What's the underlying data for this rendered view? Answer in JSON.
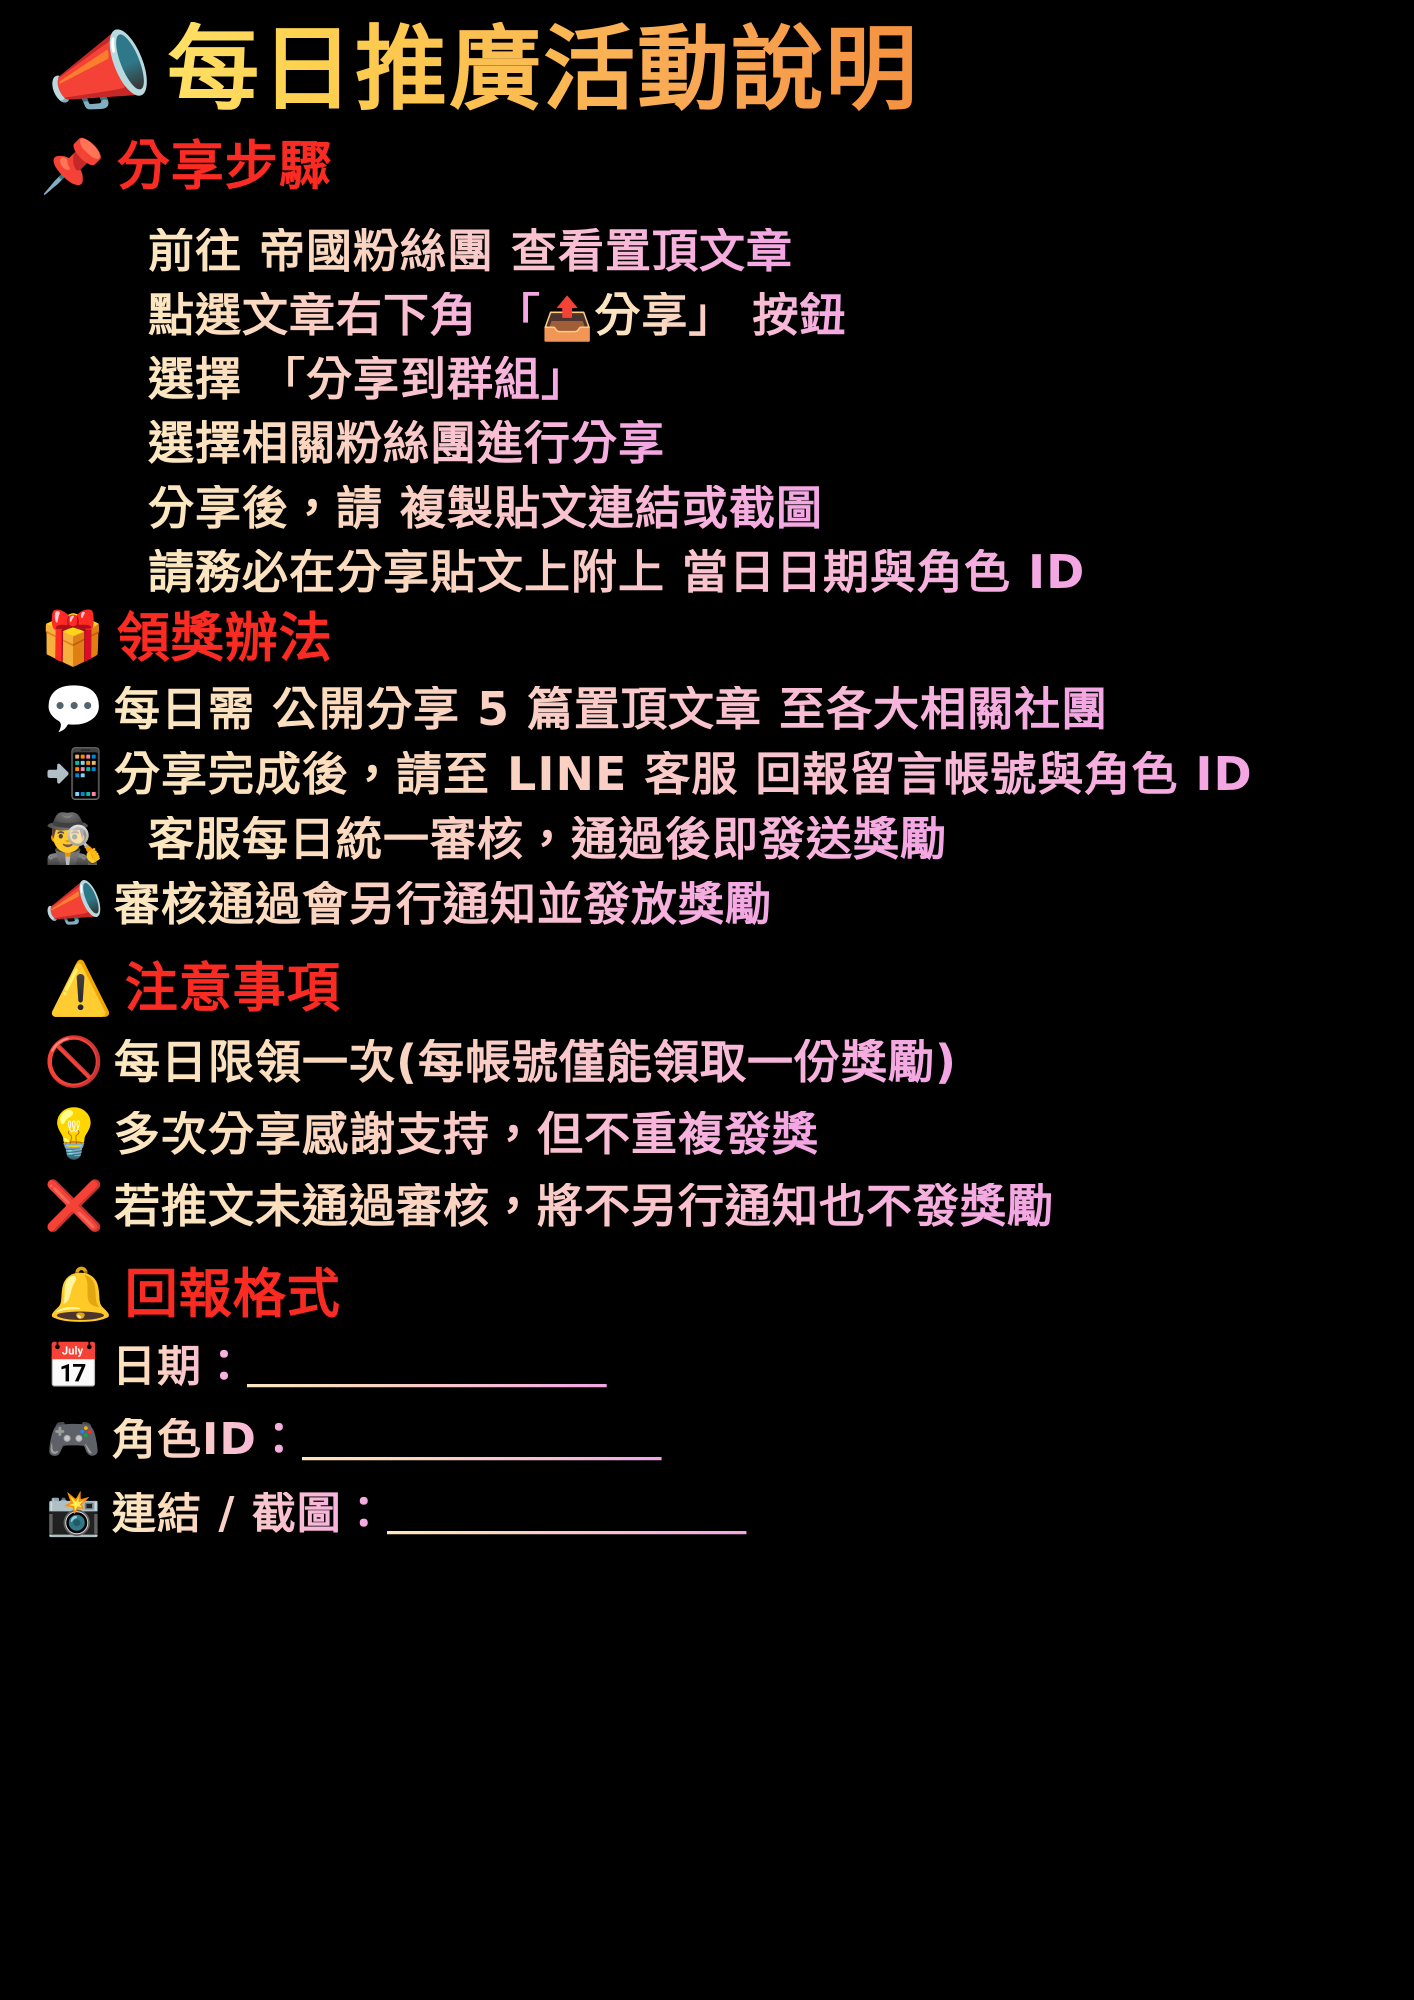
{
  "page": {
    "background_color": "#000000",
    "accent_red": "#FA2B23",
    "title_gradient": [
      "#FFE066",
      "#F4913F"
    ],
    "body_gradient": [
      "#FBE8C0",
      "#F3A5E4"
    ]
  },
  "header": {
    "icon": "megaphone-icon",
    "icon_glyph": "📣",
    "title": "每日推廣活動說明"
  },
  "sections": [
    {
      "id": "share-steps",
      "icon": "pushpin-icon",
      "icon_glyph": "📌",
      "heading": "分享步驟",
      "steps": [
        {
          "text": "前往 帝國粉絲團 查看置頂文章"
        },
        {
          "prefix": "點選文章右下角 「",
          "emoji": "📤",
          "suffix": " 分享」 按鈕"
        },
        {
          "text": "選擇 「分享到群組」"
        },
        {
          "text": "選擇相關粉絲團進行分享"
        },
        {
          "text": "分享後，請 複製貼文連結或截圖"
        },
        {
          "text": "請務必在分享貼文上附上 當日日期與角色 ID"
        }
      ]
    },
    {
      "id": "claim-method",
      "icon": "gift-icon",
      "icon_glyph": "🎁",
      "heading": "領獎辦法",
      "items": [
        {
          "icon": "speech-balloon-icon",
          "icon_glyph": "💬",
          "text": "每日需 公開分享 5 篇置頂文章 至各大相關社團"
        },
        {
          "icon": "mobile-phone-with-arrow-icon",
          "icon_glyph": "📲",
          "text": "分享完成後，請至 LINE 客服 回報留言帳號與角色 ID"
        },
        {
          "icon": "detective-man-icon",
          "icon_glyph": "🕵️‍♂️",
          "text": "客服每日統一審核，通過後即發送獎勵"
        },
        {
          "icon": "megaphone-icon",
          "icon_glyph": "📣",
          "text": "審核通過會另行通知並發放獎勵"
        }
      ]
    },
    {
      "id": "notices",
      "icon": "warning-icon",
      "icon_glyph": "⚠️",
      "heading": "注意事項",
      "items": [
        {
          "icon": "prohibited-icon",
          "icon_glyph": "🚫",
          "text": "每日限領一次(每帳號僅能領取一份獎勵)"
        },
        {
          "icon": "light-bulb-icon",
          "icon_glyph": "💡",
          "text": "多次分享感謝支持，但不重複發獎"
        },
        {
          "icon": "cross-mark-icon",
          "icon_glyph": "❌",
          "text": "若推文未通過審核，將不另行通知也不發獎勵"
        }
      ]
    },
    {
      "id": "report-format",
      "icon": "bell-icon",
      "icon_glyph": "🔔",
      "heading": "回報格式",
      "fields": [
        {
          "icon": "calendar-icon",
          "icon_glyph": "📅",
          "label": "日期：",
          "blank": "＿＿＿＿＿＿＿＿"
        },
        {
          "icon": "video-game-icon",
          "icon_glyph": "🎮",
          "label": "角色ID：",
          "blank": "＿＿＿＿＿＿＿＿"
        },
        {
          "icon": "camera-flash-icon",
          "icon_glyph": "📸",
          "label": "連結 / 截圖：",
          "blank": "＿＿＿＿＿＿＿＿"
        }
      ]
    }
  ]
}
